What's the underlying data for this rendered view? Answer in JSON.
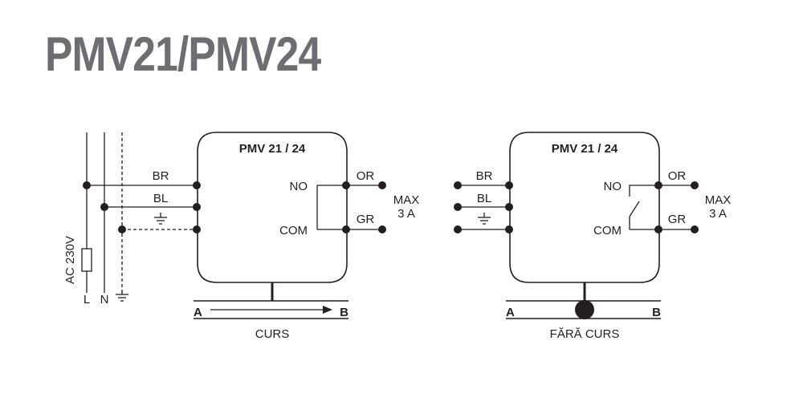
{
  "title": "PMV21/PMV24",
  "left": {
    "module_title": "PMV 21 / 24",
    "wire_br": "BR",
    "wire_bl": "BL",
    "no": "NO",
    "com": "COM",
    "or": "OR",
    "gr": "GR",
    "max_line1": "MAX",
    "max_line2": "3 A",
    "a": "A",
    "b": "B",
    "caption": "CURS",
    "supply": "AC 230V",
    "l": "L",
    "n": "N"
  },
  "right": {
    "module_title": "PMV 21 / 24",
    "wire_br": "BR",
    "wire_bl": "BL",
    "no": "NO",
    "com": "COM",
    "or": "OR",
    "gr": "GR",
    "max_line1": "MAX",
    "max_line2": "3 A",
    "a": "A",
    "b": "B",
    "caption": "FĂRĂ CURS"
  }
}
